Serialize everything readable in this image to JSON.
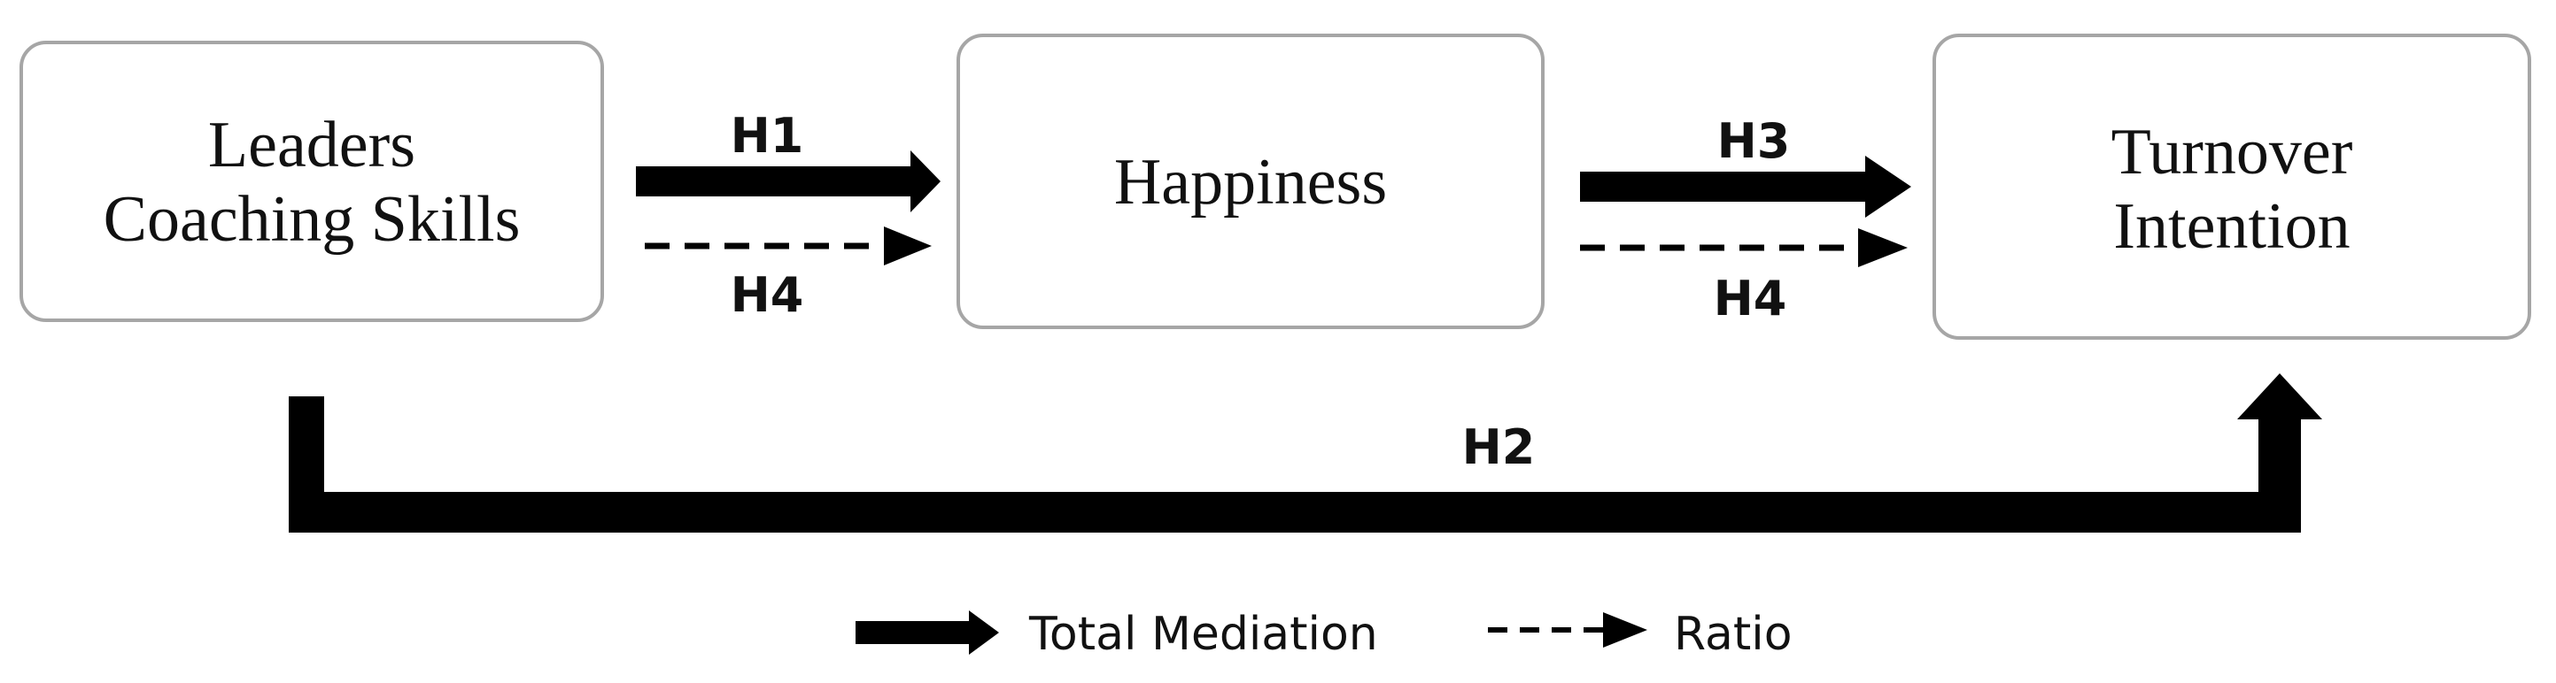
{
  "boxes": {
    "predictor": {
      "lines": [
        "Leaders",
        "Coaching Skills"
      ]
    },
    "mediator": {
      "lines": [
        "Happiness"
      ]
    },
    "outcome": {
      "lines": [
        "Turnover",
        "Intention"
      ]
    }
  },
  "hypotheses": {
    "h1": "H1",
    "h2": "H2",
    "h3": "H3",
    "h4_left": "H4",
    "h4_right": "H4"
  },
  "legend": {
    "solid_label": "Total Mediation",
    "dashed_label": "Ratio"
  },
  "colors": {
    "arrow": "#000000",
    "box_border": "#a6a6a6",
    "text": "#111111"
  }
}
